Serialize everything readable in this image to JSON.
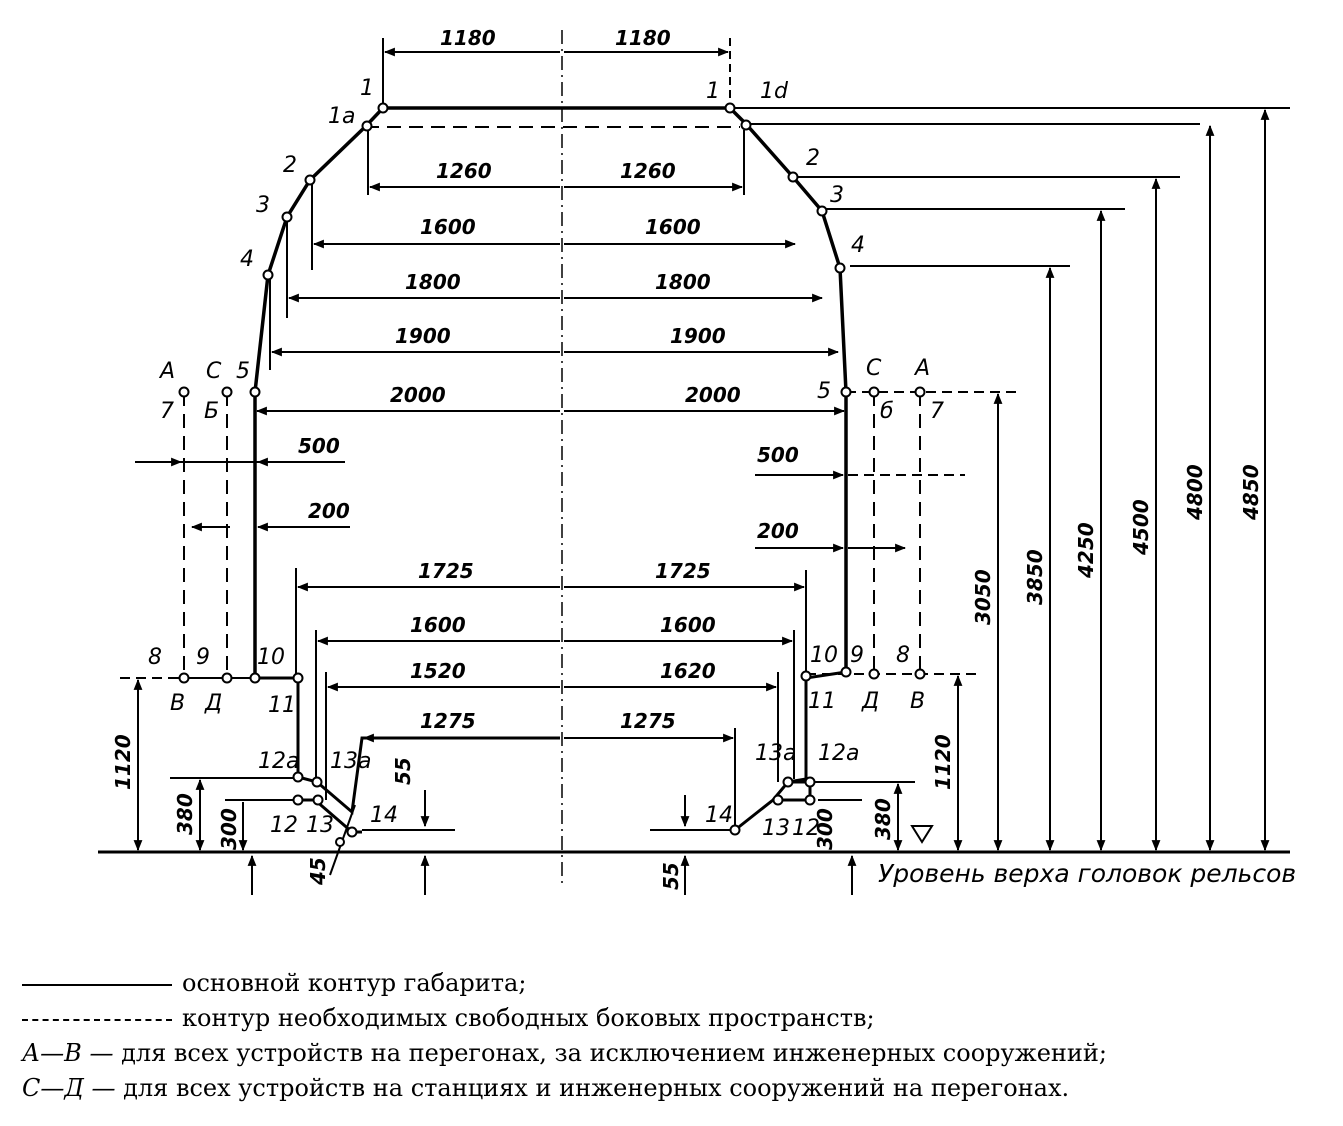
{
  "diagram": {
    "rail_level_caption": "Уровень верха головок рельсов",
    "dimensions": {
      "w1180": "1180",
      "w1260": "1260",
      "w1600": "1600",
      "w1800": "1800",
      "w1900": "1900",
      "w2000": "2000",
      "w500": "500",
      "w200": "200",
      "w1725": "1725",
      "w1520": "1520",
      "w1620": "1620",
      "w1275": "1275",
      "h4850": "4850",
      "h4800": "4800",
      "h4500": "4500",
      "h4250": "4250",
      "h3850": "3850",
      "h3050": "3050",
      "h1120": "1120",
      "h380": "380",
      "h300": "300",
      "h55": "55",
      "h45": "45"
    },
    "points": {
      "p1": "1",
      "p1a": "1a",
      "p1d": "1d",
      "p2": "2",
      "p3": "3",
      "p4": "4",
      "p5": "5",
      "pA": "A",
      "pC": "C",
      "p7": "7",
      "pB_upper": "Б",
      "p6": "б",
      "p8": "8",
      "p9": "9",
      "p10": "10",
      "p11": "11",
      "pV": "В",
      "pD": "Д",
      "p12a": "12a",
      "p12": "12",
      "p13": "13",
      "p13a": "13a",
      "p14": "14"
    }
  },
  "legend": {
    "items": [
      {
        "style": "solid",
        "text": "основной контур габарита;"
      },
      {
        "style": "dashed",
        "text": "контур необходимых свободных боковых пространств;"
      },
      {
        "style": "text",
        "key": "А—В —",
        "text": "для всех устройств на перегонах, за исключением инженерных сооружений;"
      },
      {
        "style": "text",
        "key": "С—Д —",
        "text": "для всех устройств на станциях и инженерных сооружений на перегонах."
      }
    ]
  }
}
